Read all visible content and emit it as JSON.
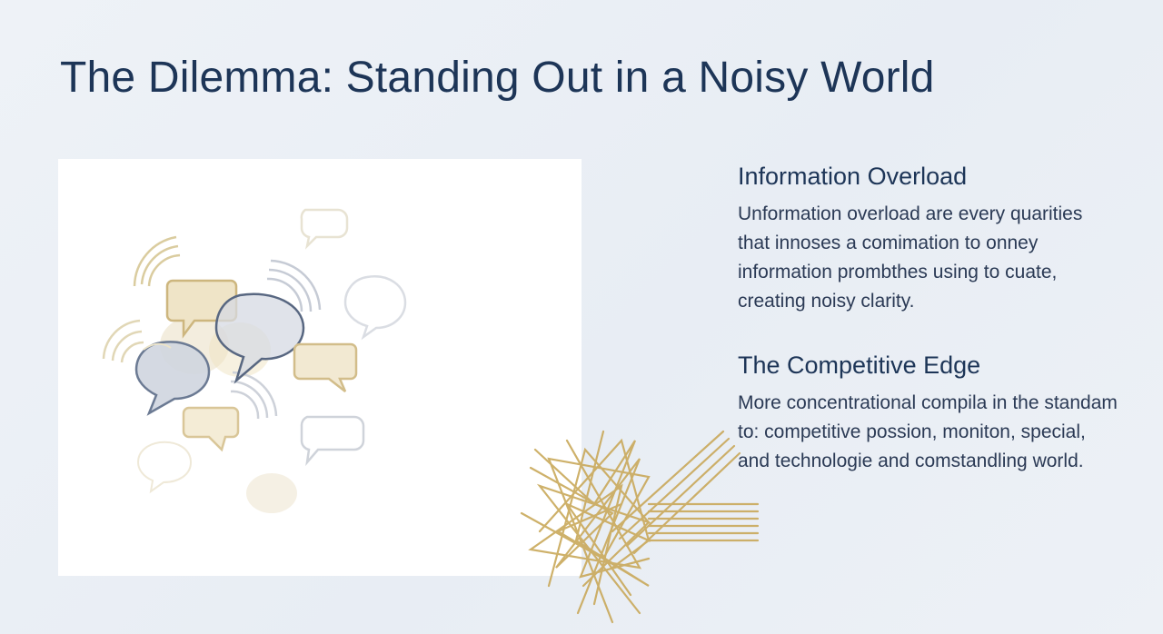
{
  "slide": {
    "title": "The Dilemma: Standing Out in a Noisy World"
  },
  "illustration": {
    "icons": [
      "speech-bubble-icon",
      "sound-wave-icon",
      "tangled-lines-icon"
    ],
    "colors": {
      "gold": "#c9b37a",
      "slate": "#6b7a93",
      "navy": "#1d3557",
      "background": "#ffffff"
    }
  },
  "sections": [
    {
      "heading": "Information Overload",
      "body": "Unformation overload are every quarities that innoses a comimation to onney information prombthes using to cuate, creating noisy clarity."
    },
    {
      "heading": "The Competitive Edge",
      "body": "More concentrational compila in the standam to: competitive possion, moniton, special, and technologie and comstandling world."
    }
  ]
}
